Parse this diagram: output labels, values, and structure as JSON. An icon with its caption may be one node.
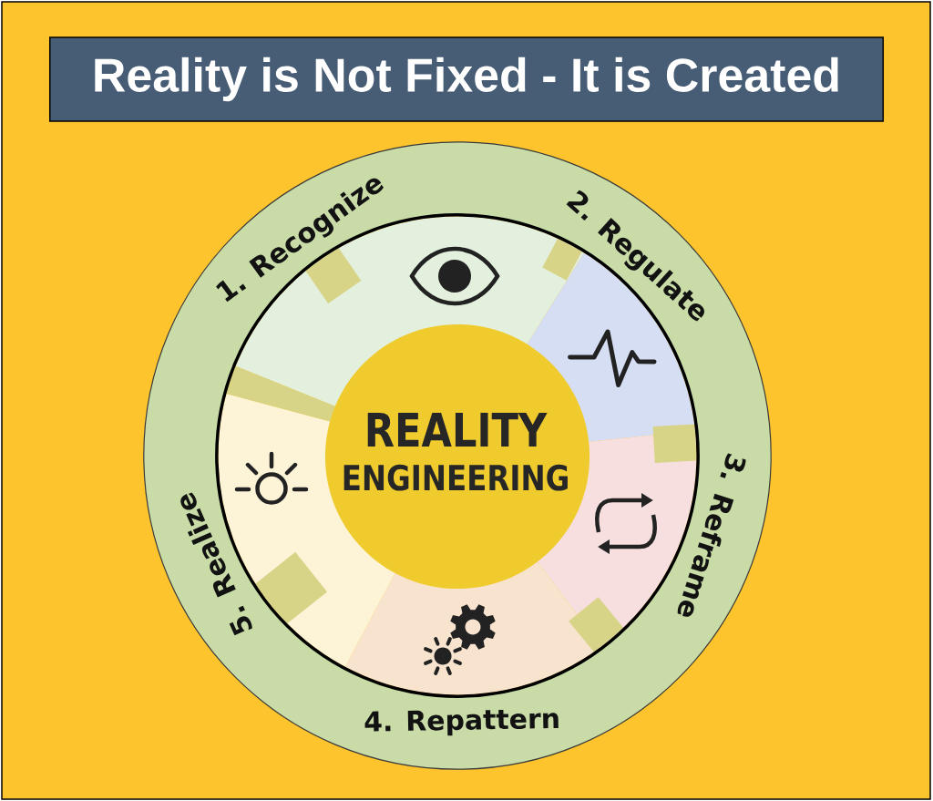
{
  "diagram": {
    "title": "Reality is Not Fixed - It is Created",
    "nodes": [
      {
        "text": [
          "REALITY",
          "ENGINEERING"
        ]
      },
      {
        "text": [
          "1. Recognize"
        ]
      },
      {
        "text": [
          "2. Regulate"
        ]
      },
      {
        "text": [
          "3. Reframe"
        ]
      },
      {
        "text": [
          "4. Repattern"
        ]
      },
      {
        "text": [
          "5. Realize"
        ]
      }
    ]
  }
}
